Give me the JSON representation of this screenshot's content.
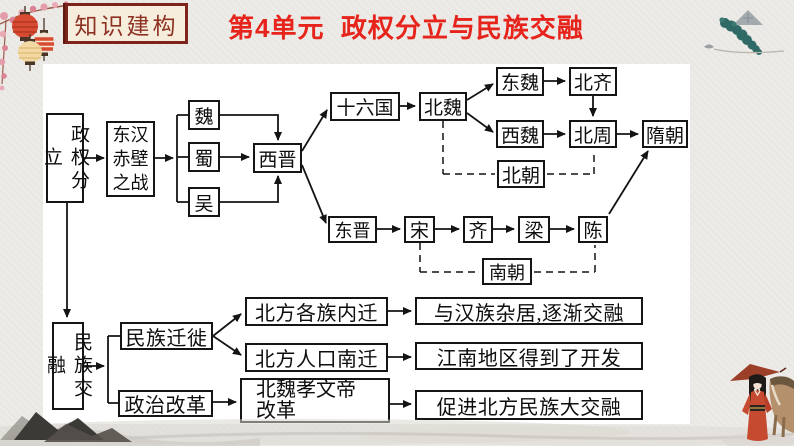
{
  "header": {
    "badge": "知识建构",
    "title": "第4单元  政权分立与民族交融"
  },
  "diagram": {
    "nodes": {
      "zhengquan_fenli": "政权分立",
      "donghan_chibi": "东汉赤壁之战",
      "wei": "魏",
      "shu": "蜀",
      "wu": "吴",
      "xijin": "西晋",
      "shiliuguo": "十六国",
      "beiwei": "北魏",
      "dongwei": "东魏",
      "beiqi": "北齐",
      "xiwei": "西魏",
      "beizhou": "北周",
      "suichao": "隋朝",
      "beichao": "北朝",
      "dongjin": "东晋",
      "song": "宋",
      "qi": "齐",
      "liang": "梁",
      "chen": "陈",
      "nanchao": "南朝",
      "minzu_jiaorong": "民族交融",
      "minzu_qianxi": "民族迁徙",
      "zhengzhi_gaige": "政治改革",
      "beifang_gezu_neiqian": "北方各族内迁",
      "beifang_renkou_nanqian": "北方人口南迁",
      "xiaowendi_gaige": "北魏孝文帝改革",
      "outcome_hanzu": "与汉族杂居,逐渐交融",
      "outcome_jiangnan": "江南地区得到了开发",
      "outcome_dajiaorong": "促进北方民族大交融"
    }
  },
  "decor": {
    "top_left_icon": "lanterns-and-blossoms",
    "top_right_icon": "teal-branch",
    "bottom_left_icon": "ink-mountains",
    "bottom_right_icon": "girl-with-horse"
  },
  "colors": {
    "title_red": "#e7241c",
    "badge_border": "#7c241b",
    "badge_background": "#f7eddd",
    "badge_text": "#8d3122",
    "page_background": "#ecebe7",
    "panel_background": "#ffffff",
    "line_black": "#141414",
    "lantern_red": "#d84b33",
    "lantern_cream": "#f2d9a4",
    "teal_decor": "#2f6a66",
    "girl_dress_red": "#c64a30"
  }
}
